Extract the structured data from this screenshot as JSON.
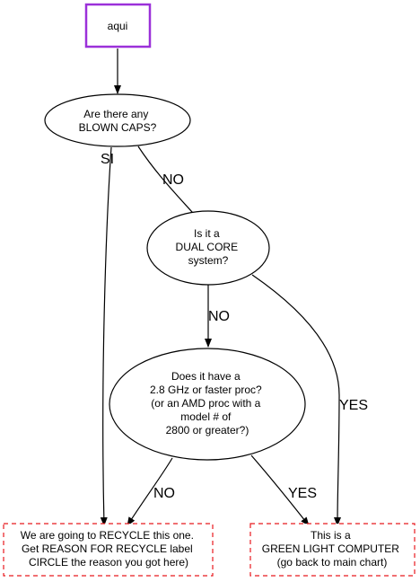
{
  "colors": {
    "start_border": "#9b30d9",
    "terminal_border": "#e8191e",
    "line": "#000000",
    "text": "#000000",
    "background": "#ffffff"
  },
  "nodes": {
    "start": {
      "lines": [
        "aqui"
      ]
    },
    "blown_caps": {
      "lines": [
        "Are there any",
        "BLOWN CAPS?"
      ]
    },
    "dual_core": {
      "lines": [
        "Is it a",
        "DUAL CORE",
        "system?"
      ]
    },
    "proc_speed": {
      "lines": [
        "Does it have a",
        "2.8 GHz or faster proc?",
        "(or an AMD proc with a",
        "model # of",
        "2800 or greater?)"
      ]
    },
    "recycle": {
      "lines": [
        "We are going to RECYCLE this one.",
        "Get REASON FOR RECYCLE label",
        "CIRCLE the reason you got here)"
      ]
    },
    "green_light": {
      "lines": [
        "This is a",
        "GREEN LIGHT COMPUTER",
        "(go back to main chart)"
      ]
    }
  },
  "edges": {
    "caps_si": "SI",
    "caps_no": "NO",
    "dual_no": "NO",
    "dual_yes": "YES",
    "proc_no": "NO",
    "proc_yes": "YES"
  }
}
